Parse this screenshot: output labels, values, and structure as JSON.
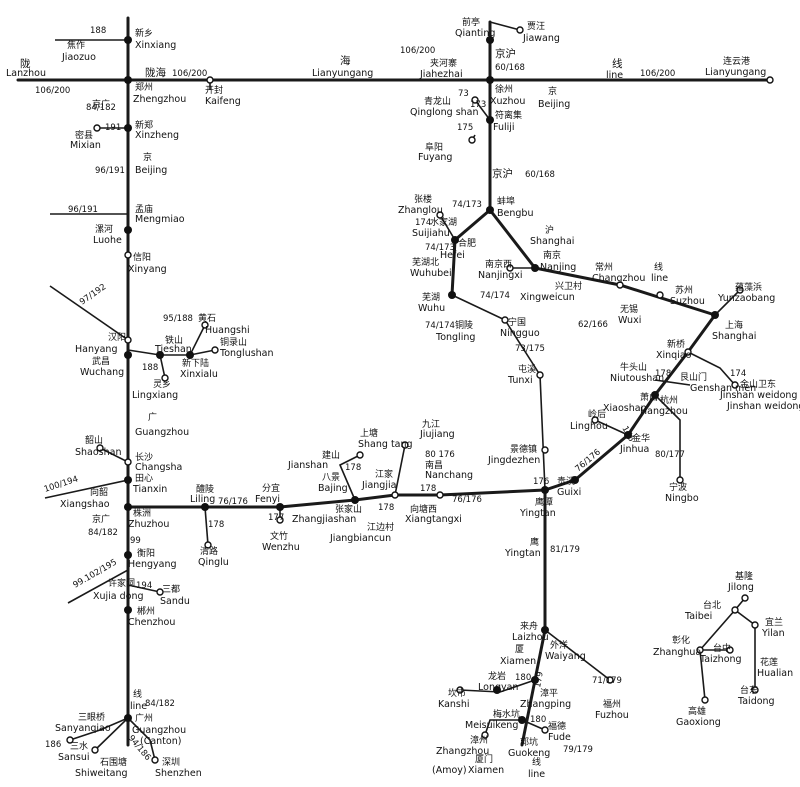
{
  "stations": {
    "lanzhou": {
      "en": "Lanzhou",
      "zh": "兰州"
    },
    "zhengzhou": {
      "en": "Zhengzhou",
      "zh": "郑州"
    },
    "xinxiang": {
      "en": "Xinxiang",
      "zh": "新乡"
    },
    "jiaozuo": {
      "en": "Jiaozuo",
      "zh": "焦作"
    },
    "kaifeng": {
      "en": "Kaifeng",
      "zh": "开封"
    },
    "mixian": {
      "en": "Mixian",
      "zh": "密县"
    },
    "xinzheng": {
      "en": "Xinzheng",
      "zh": "新郑"
    },
    "beijing_a": {
      "en": "Beijing",
      "zh": "京"
    },
    "mengmiao": {
      "en": "Mengmiao",
      "zh": "孟庙"
    },
    "luohe": {
      "en": "Luohe",
      "zh": "漯河"
    },
    "xinyang": {
      "en": "Xinyang",
      "zh": "信阳"
    },
    "huangshi": {
      "en": "Huangshi",
      "zh": "黄石"
    },
    "hanyang": {
      "en": "Hanyang",
      "zh": "汉阳"
    },
    "tieshan": {
      "en": "Tieshan",
      "zh": "铁山"
    },
    "tonglushan": {
      "en": "Tonglushan",
      "zh": "铜录山"
    },
    "wuchang": {
      "en": "Wuchang",
      "zh": "武昌"
    },
    "xinxialu": {
      "en": "Xinxialu",
      "zh": "新下陆"
    },
    "lingxiang": {
      "en": "Lingxiang",
      "zh": "灵乡"
    },
    "guangzhou_a": {
      "en": "Guangzhou",
      "zh": "广"
    },
    "shaoshan": {
      "en": "Shaoshan",
      "zh": "韶山"
    },
    "changsha": {
      "en": "Changsha",
      "zh": "长沙"
    },
    "tianxin": {
      "en": "Tianxin",
      "zh": "田心"
    },
    "xiangshao": {
      "en": "Xiangshao",
      "zh": "向韶"
    },
    "zhuzhou": {
      "en": "Zhuzhou",
      "zh": "株洲"
    },
    "liling": {
      "en": "Liling",
      "zh": "醴陵"
    },
    "qinglu": {
      "en": "Qinglu",
      "zh": "清路"
    },
    "fenyi": {
      "en": "Fenyi",
      "zh": "分宜"
    },
    "wenzhu": {
      "en": "Wenzhu",
      "zh": "文竹"
    },
    "jianshan": {
      "en": "Jianshan",
      "zh": "建山"
    },
    "bajing": {
      "en": "Bajing",
      "zh": "八景"
    },
    "shangtang": {
      "en": "Shang tang",
      "zh": "上塘"
    },
    "jiangjia": {
      "en": "Jiangjia",
      "zh": "江家"
    },
    "zhangjiashan": {
      "en": "Zhangjiashan",
      "zh": "张家山"
    },
    "jiangbiancun": {
      "en": "Jiangbiancun",
      "zh": "江边村"
    },
    "jiujiang": {
      "en": "Jiujiang",
      "zh": "九江"
    },
    "nanchang": {
      "en": "Nanchang",
      "zh": "南昌"
    },
    "xiangtangxi": {
      "en": "Xiangtangxi",
      "zh": "向塘西"
    },
    "yingtan": {
      "en": "Yingtan",
      "zh": "鹰潭"
    },
    "yingtan2": {
      "en": "Yingtan",
      "zh": "鹰"
    },
    "hengyang": {
      "en": "Hengyang",
      "zh": "衡阳"
    },
    "xujiadong": {
      "en": "Xujia dong",
      "zh": "许家洞"
    },
    "sandu": {
      "en": "Sandu",
      "zh": "三都"
    },
    "chenzhou": {
      "en": "Chenzhou",
      "zh": "郴州"
    },
    "guangzhou": {
      "en": "Guangzhou",
      "zh": "广州"
    },
    "canton": {
      "en": "(Canton)"
    },
    "sanyanqiao": {
      "en": "Sanyanqiao",
      "zh": "三眼桥"
    },
    "sansui": {
      "en": "Sansui",
      "zh": "三水"
    },
    "shiweitang": {
      "en": "Shiweitang",
      "zh": "石围塘"
    },
    "shenzhen": {
      "en": "Shenzhen",
      "zh": "深圳"
    },
    "qianting": {
      "en": "Qianting",
      "zh": "前亭"
    },
    "jiawang": {
      "en": "Jiawang",
      "zh": "贾汪"
    },
    "jiahezhai": {
      "en": "Jiahezhai",
      "zh": "夹河寨"
    },
    "xuzhou": {
      "en": "Xuzhou",
      "zh": "徐州"
    },
    "beijing_b": {
      "en": "Beijing",
      "zh": "京"
    },
    "qinglongshan": {
      "en": "Qinglong shan",
      "zh": "青龙山"
    },
    "fuliji": {
      "en": "Fuliji",
      "zh": "符离集"
    },
    "fuyang": {
      "en": "Fuyang",
      "zh": "阜阳"
    },
    "lianyungang": {
      "en": "Lianyungang",
      "zh": "连云港"
    },
    "zhanglou": {
      "en": "Zhanglou",
      "zh": "张楼"
    },
    "suijiahu": {
      "en": "Suijiahu",
      "zh": "水家湖"
    },
    "bengbu": {
      "en": "Bengbu",
      "zh": "蚌埠"
    },
    "hefei": {
      "en": "Hefei",
      "zh": "合肥"
    },
    "shanghai_a": {
      "en": "Shanghai",
      "zh": "沪"
    },
    "nanjing": {
      "en": "Nanjing",
      "zh": "南京"
    },
    "nanjingxi": {
      "en": "Nanjingxi",
      "zh": "南京西"
    },
    "wuhubei": {
      "en": "Wuhubei",
      "zh": "芜湖北"
    },
    "wuhu": {
      "en": "Wuhu",
      "zh": "芜湖"
    },
    "xingweicun": {
      "en": "Xingweicun",
      "zh": "兴卫村"
    },
    "changzhou": {
      "en": "Changzhou",
      "zh": "常州"
    },
    "line_a": {
      "en": "line",
      "zh": "线"
    },
    "suzhou": {
      "en": "Suzhou",
      "zh": "苏州"
    },
    "wuxi": {
      "en": "Wuxi",
      "zh": "无锡"
    },
    "yunzaobang": {
      "en": "Yunzaobang",
      "zh": "蕴藻浜"
    },
    "shanghai": {
      "en": "Shanghai",
      "zh": "上海"
    },
    "tongling": {
      "en": "Tongling",
      "zh": "铜陵"
    },
    "ningguo": {
      "en": "Ningguo",
      "zh": "宁国"
    },
    "xinqiao": {
      "en": "Xinqiao",
      "zh": "新桥"
    },
    "niutoushan": {
      "en": "Niutoushan",
      "zh": "牛头山"
    },
    "genshanmen": {
      "en": "Genshan men",
      "zh": "艮山门"
    },
    "jinshanweidong": {
      "en": "Jinshan weidong",
      "zh": "金山卫东"
    },
    "tunxi": {
      "en": "Tunxi",
      "zh": "屯溪"
    },
    "xiaoshan": {
      "en": "Xiaoshan",
      "zh": "萧山"
    },
    "hangzhou": {
      "en": "Hangzhou",
      "zh": "杭州"
    },
    "linghou": {
      "en": "Linghou",
      "zh": "岭后"
    },
    "jinhua": {
      "en": "Jinhua",
      "zh": "金华"
    },
    "jingdezhen": {
      "en": "Jingdezhen",
      "zh": "景德镇"
    },
    "guixi": {
      "en": "Guixi",
      "zh": "贵溪"
    },
    "ningbo": {
      "en": "Ningbo",
      "zh": "宁波"
    },
    "laizhou": {
      "en": "Laizhou",
      "zh": "来舟"
    },
    "xiamen_a": {
      "en": "Xiamen",
      "zh": "厦"
    },
    "waiyang": {
      "en": "Waiyang",
      "zh": "外洋"
    },
    "longyan": {
      "en": "Longyan",
      "zh": "龙岩"
    },
    "kanshi": {
      "en": "Kanshi",
      "zh": "坎市"
    },
    "zhangping": {
      "en": "Zhangping",
      "zh": "漳平"
    },
    "fuzhou": {
      "en": "Fuzhou",
      "zh": "福州"
    },
    "meisuikeng": {
      "en": "Meisuikeng",
      "zh": "梅水坑"
    },
    "fude": {
      "en": "Fude",
      "zh": "福德"
    },
    "zhangzhou": {
      "en": "Zhangzhou",
      "zh": "漳州"
    },
    "guokeng": {
      "en": "Guokeng",
      "zh": "郭坑"
    },
    "amoy": {
      "en": "(Amoy)"
    },
    "xiamen": {
      "en": "Xiamen",
      "zh": "厦门"
    },
    "line_c": {
      "en": "line",
      "zh": "线"
    },
    "jilong": {
      "en": "Jilong",
      "zh": "基隆"
    },
    "taibei": {
      "en": "Taibei",
      "zh": "台北"
    },
    "yilan": {
      "en": "Yilan",
      "zh": "宜兰"
    },
    "zhanghua": {
      "en": "Zhanghua",
      "zh": "彰化"
    },
    "taizhong": {
      "en": "Taizhong",
      "zh": "台中"
    },
    "hualian": {
      "en": "Hualian",
      "zh": "花莲"
    },
    "taidong": {
      "en": "Taidong",
      "zh": "台东"
    },
    "gaoxiong": {
      "en": "Gaoxiong",
      "zh": "高雄"
    },
    "line_b": {
      "en": "line",
      "zh": "线"
    }
  },
  "line_labels": {
    "longhai_zh": "陇海",
    "long_zh": "陇",
    "hai_zh": "海",
    "jinghu_zh": "京沪",
    "jinghu_zh2": "京沪",
    "jingguang_zh": "京广",
    "jingguang_zh2": "京广",
    "line_zh": "线",
    "line_en": "line"
  },
  "map_codes": {
    "c188_top": "188",
    "c106_200_left": "106/200",
    "c106_200_a": "106/200",
    "c106_200_b": "106/200",
    "c106_200_c": "106/200",
    "c84_182_a": "84/182",
    "c191": "191",
    "c96_191_a": "96/191",
    "c96_191_b": "96/191",
    "c97_192": "97/192",
    "c95_188": "95/188",
    "c188_b": "188",
    "c100_194": "100/194",
    "c84_182_b": "84/182",
    "c99": "99",
    "c99_102_195": "99.102/195",
    "c194": "194",
    "c84_182_c": "84/182",
    "c186": "186",
    "c94_186": "94/186",
    "c76_176_a": "76/176",
    "c178_a": "178",
    "c177": "177",
    "c178_b": "178",
    "c178_c": "178",
    "c80_176": "80 176",
    "c178_d": "178",
    "c76_176_b": "76/176",
    "c176": "176",
    "c81_179": "81/179",
    "c60_168_a": "60/168",
    "c73": "73",
    "c173": "173",
    "c175": "175",
    "c60_168_b": "60/168",
    "c74_173_a": "74/173",
    "c174_a": "174",
    "c74_173_b": "74/173",
    "c74_174_a": "74/174",
    "c74_174_b": "74/174",
    "c73_175": "73/175",
    "c62_166": "62/166",
    "c178_e": "178",
    "c174_b": "174",
    "c176_b": "176",
    "c80_177": "80/177",
    "c76_176_c": "76/176",
    "c180_a": "180",
    "c179": "179",
    "c71_179": "71/179",
    "c180_b": "180",
    "c79_179": "79/179"
  }
}
